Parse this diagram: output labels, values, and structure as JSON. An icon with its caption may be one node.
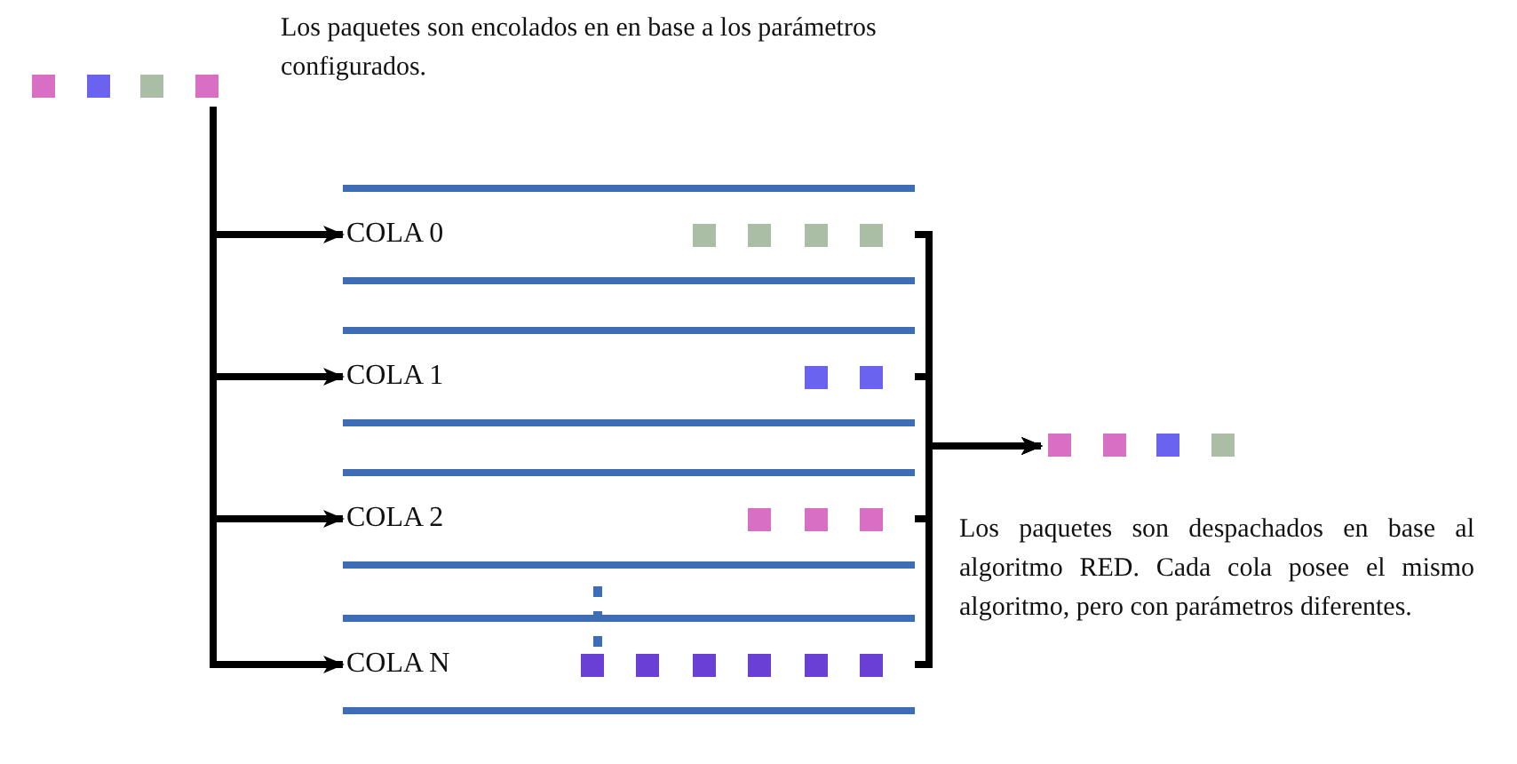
{
  "diagram": {
    "nodes": [
      {
        "text": [],
        "shape": "picture",
        "beside": [
          "Los paquetes son encolados en en base a los parámetros configurados."
        ]
      },
      {
        "text": [
          "COLA 0"
        ]
      },
      {
        "text": [
          "COLA 1"
        ]
      },
      {
        "text": [
          "COLA 2"
        ]
      },
      {
        "text": [
          "COLA N"
        ]
      },
      {
        "text": [],
        "shape": "picture",
        "beside": [
          "Los paquetes son despachados en base al algoritmo RED. Cada cola posee el mismo algoritmo, pero con parámetros diferentes."
        ]
      }
    ],
    "edges": [
      {
        "from": 0,
        "to": 1,
        "arrow": "to"
      },
      {
        "from": 0,
        "to": 2,
        "arrow": "to"
      },
      {
        "from": 0,
        "to": 3,
        "arrow": "to"
      },
      {
        "from": 0,
        "to": 4,
        "arrow": "to"
      },
      {
        "from": 1,
        "to": 5,
        "arrow": "to"
      },
      {
        "from": 2,
        "to": 5,
        "arrow": "to"
      },
      {
        "from": 3,
        "to": 5,
        "arrow": "to"
      },
      {
        "from": 4,
        "to": 5,
        "arrow": "to"
      }
    ]
  }
}
